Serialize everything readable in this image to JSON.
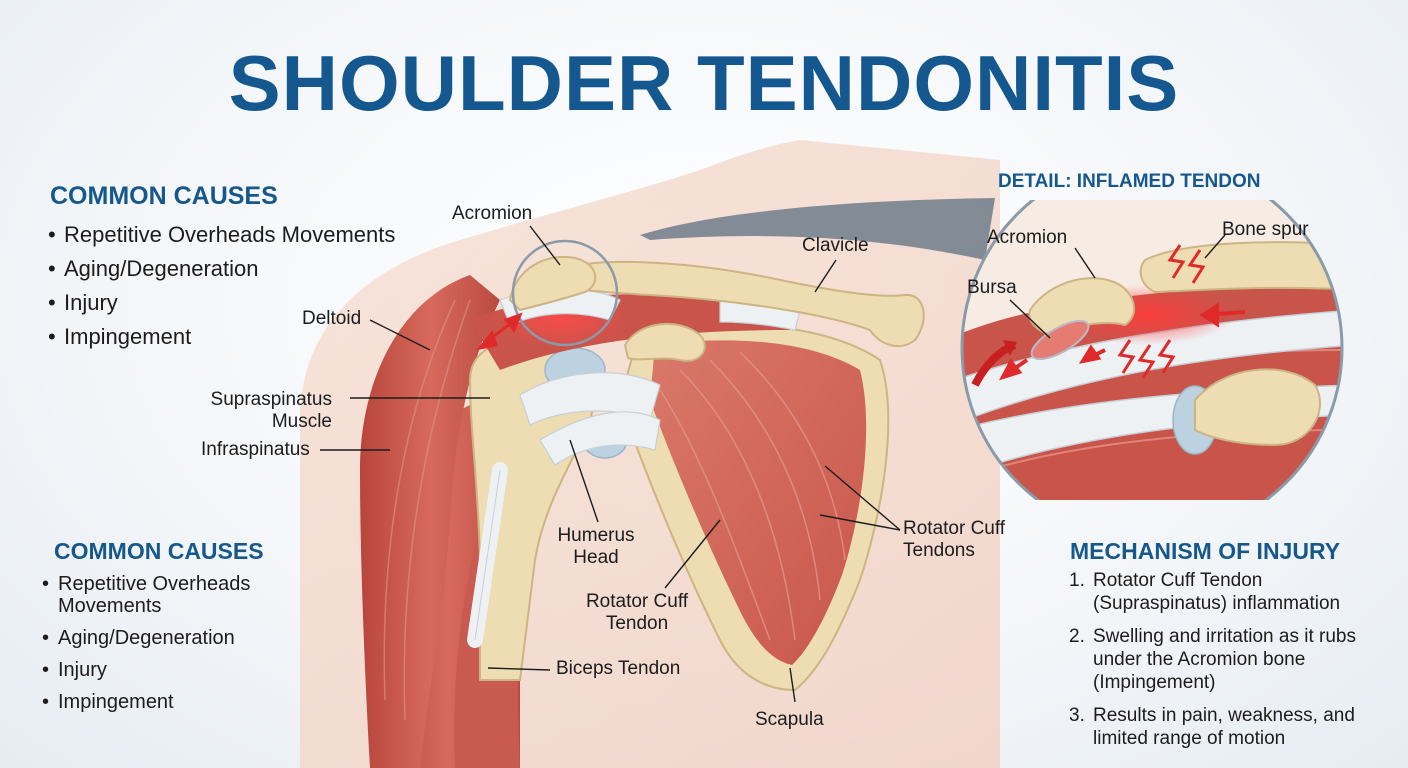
{
  "title": "SHOULDER TENDONITIS",
  "causes_top": {
    "heading": "COMMON CAUSES",
    "items": [
      "Repetitive Overheads Movements",
      "Aging/Degeneration",
      "Injury",
      "Impingement"
    ]
  },
  "causes_bottom": {
    "heading": "COMMON CAUSES",
    "items": [
      "Repetitive Overheads\nMovements",
      "Aging/Degeneration",
      "Injury",
      "Impingement"
    ]
  },
  "detail": {
    "heading": "DETAIL: INFLAMED TENDON",
    "labels": {
      "acromion": "Acromion",
      "bone_spur": "Bone spur",
      "bursa": "Bursa"
    }
  },
  "anatomy_labels": {
    "acromion": "Acromion",
    "clavicle": "Clavicle",
    "deltoid": "Deltoid",
    "supraspinatus": "Supraspinatus\nMuscle",
    "infraspinatus": "Infraspinatus",
    "humerus_head": "Humerus\nHead",
    "rotator_cuff_tendon": "Rotator Cuff\nTendon",
    "rotator_cuff_tendons": "Rotator Cuff\nTendons",
    "biceps_tendon": "Biceps Tendon",
    "scapula": "Scapula"
  },
  "mechanism": {
    "heading": "MECHANISM OF INJURY",
    "items": [
      {
        "num": "1.",
        "text": "Rotator Cuff Tendon\n(Supraspinatus) inflammation"
      },
      {
        "num": "2.",
        "text": "Swelling and irritation as it rubs\nunder the Acromion bone\n(Impingement)"
      },
      {
        "num": "3.",
        "text": "Results in pain, weakness, and\nlimited range of motion"
      }
    ]
  },
  "colors": {
    "title": "#14588f",
    "heading": "#17588c",
    "muscle": "#c9544a",
    "bone": "#eedcb2",
    "tendon": "#e9edf0",
    "inflamed": "#e8383b"
  }
}
